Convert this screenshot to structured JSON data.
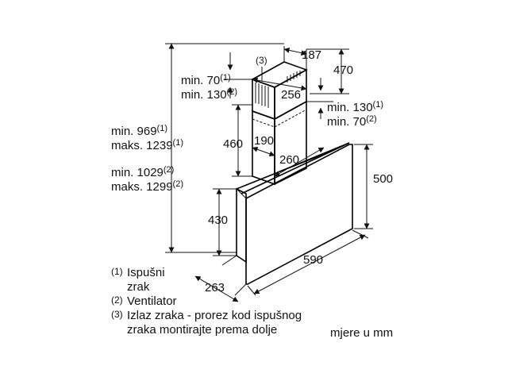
{
  "dims": {
    "d187": "187",
    "d470": "470",
    "d256": "256",
    "d190": "190",
    "d460": "460",
    "d260": "260",
    "d500": "500",
    "d430": "430",
    "d590": "590",
    "d263": "263"
  },
  "labels": {
    "callout3": "(3)",
    "min70_left": "min. 70",
    "min70_left_sup": "(1)",
    "min130_left": "min. 130",
    "min130_left_sup": "(2)",
    "min130_right": "min. 130",
    "min130_right_sup": "(1)",
    "min70_right": "min. 70",
    "min70_right_sup": "(2)",
    "min969": "min. 969",
    "min969_sup": "(1)",
    "maks1239": "maks. 1239",
    "maks1239_sup": "(1)",
    "min1029": "min. 1029",
    "min1029_sup": "(2)",
    "maks1299": "maks. 1299",
    "maks1299_sup": "(2)"
  },
  "legend": {
    "item1_num": "(1)",
    "item1_line1": "Ispušni",
    "item1_line2": "zrak",
    "item2_num": "(2)",
    "item2_text": "Ventilator",
    "item3_num": "(3)",
    "item3_line1": "Izlaz zraka - prorez kod ispušnog",
    "item3_line2": "zraka montirajte prema dolje"
  },
  "unit_note": "mjere u mm"
}
